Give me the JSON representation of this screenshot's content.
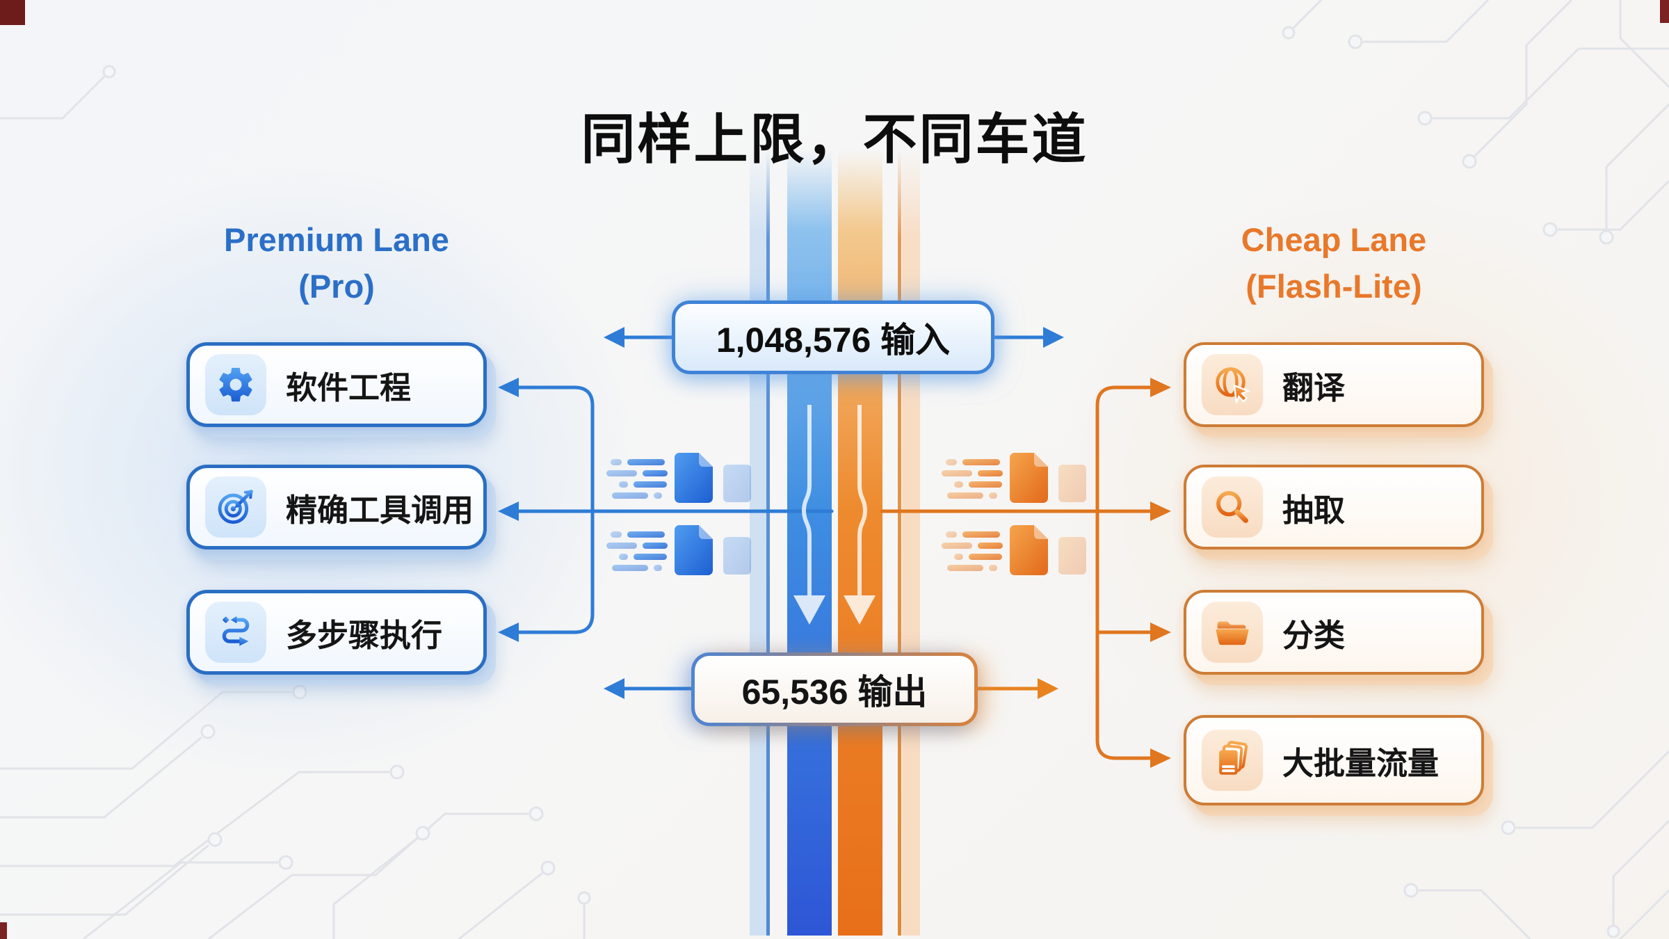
{
  "title": "同样上限，不同车道",
  "left_lane": {
    "name": "Premium Lane",
    "variant": "(Pro)",
    "accent_color": "#2b6fc7",
    "lane_color": "#2e56d6",
    "items": [
      {
        "icon": "gear-icon",
        "label": "软件工程"
      },
      {
        "icon": "target-icon",
        "label": "精确工具调用"
      },
      {
        "icon": "route-icon",
        "label": "多步骤执行"
      }
    ]
  },
  "right_lane": {
    "name": "Cheap Lane",
    "variant": "(Flash-Lite)",
    "accent_color": "#e8782a",
    "lane_color": "#e8701a",
    "items": [
      {
        "icon": "globe-cursor-icon",
        "label": "翻译"
      },
      {
        "icon": "search-icon",
        "label": "抽取"
      },
      {
        "icon": "folder-icon",
        "label": "分类"
      },
      {
        "icon": "documents-icon",
        "label": "大批量流量"
      }
    ]
  },
  "center": {
    "input_label": "1,048,576 输入",
    "output_label": "65,536 输出"
  }
}
